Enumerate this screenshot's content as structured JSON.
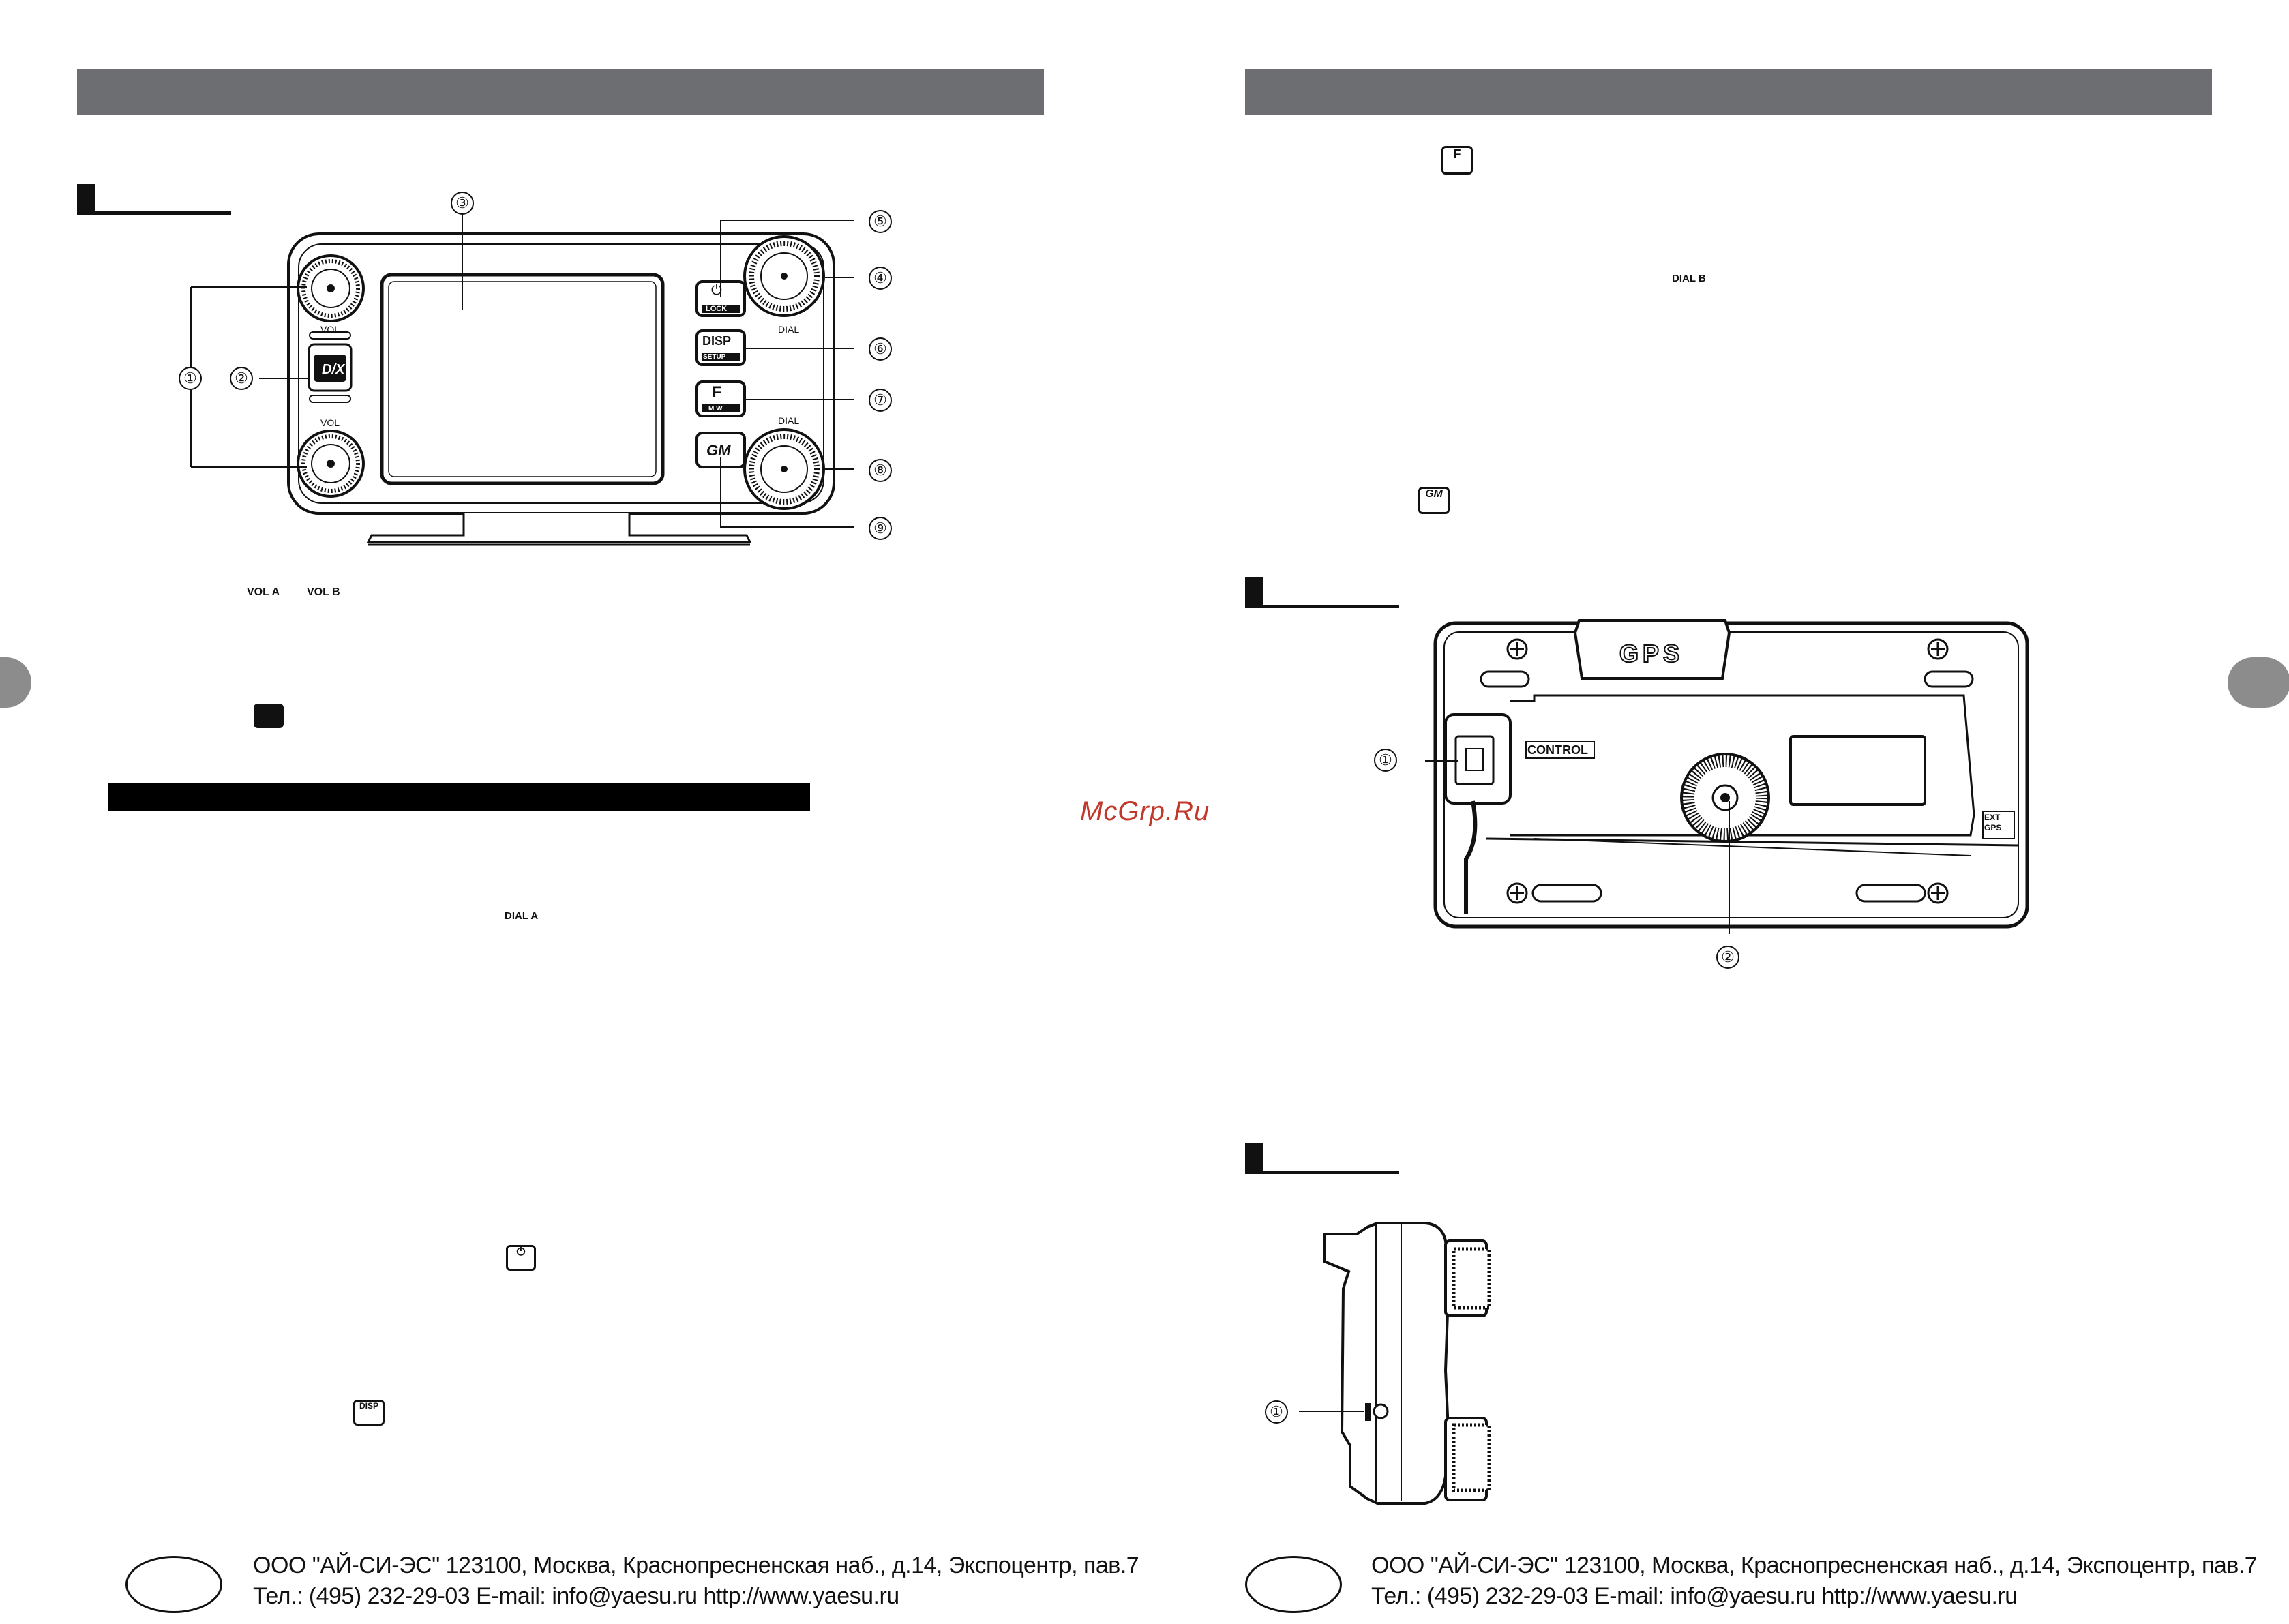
{
  "page": {
    "left_header": "",
    "right_header": ""
  },
  "front_panel": {
    "labels": {
      "vol_top": "VOL",
      "vol_bottom": "VOL",
      "dial_top": "DIAL",
      "dial_bottom": "DIAL",
      "lock_key": "LOCK",
      "disp_key_top": "DISP",
      "disp_key_bottom": "SETUP",
      "f_key_top": "F",
      "f_key_bottom": "M W",
      "dx_key": "D/X",
      "gm_key": "GM"
    },
    "callouts": [
      "①",
      "②",
      "③",
      "④",
      "⑤",
      "⑥",
      "⑦",
      "⑧",
      "⑨"
    ]
  },
  "rear_panel": {
    "gps_label": "GPS",
    "control_label": "CONTROL",
    "ext_gps_top": "EXT",
    "ext_gps_bottom": "GPS",
    "callouts": [
      "①",
      "②"
    ]
  },
  "side_panel": {
    "callouts": [
      "①"
    ]
  },
  "inline_icons": {
    "vol_a": "VOL A",
    "vol_b": "VOL B",
    "dial_a": "DIAL A",
    "dial_b": "DIAL B"
  },
  "watermark": "McGrp.Ru",
  "footer": {
    "line1": "ООО \"АЙ-СИ-ЭС\" 123100, Москва, Краснопресненская наб., д.14, Экспоцентр, пав.7",
    "line2": "Тел.: (495) 232-29-03   E-mail: info@yaesu.ru   http://www.yaesu.ru"
  }
}
